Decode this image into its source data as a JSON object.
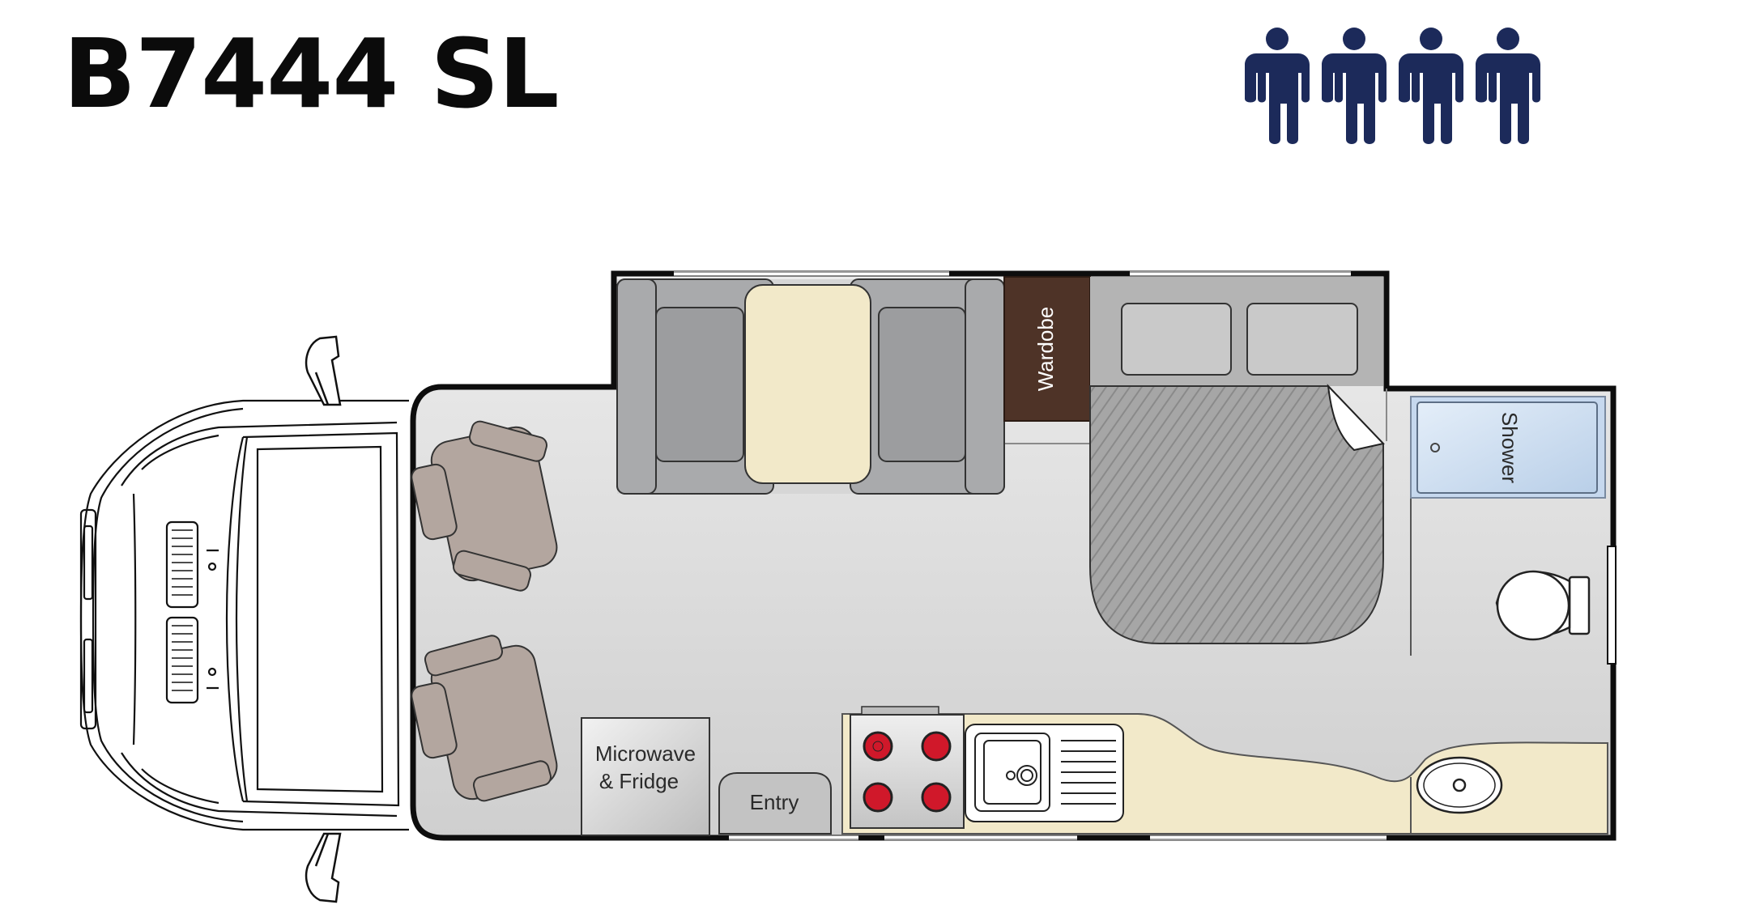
{
  "title": "B7444 SL",
  "berths": 4,
  "colors": {
    "person": "#1c2a5a",
    "floor": "#dcdcdc",
    "wall": "#111111",
    "upholstery": "#a9aaac",
    "table": "#f2e9c9",
    "wardrobe": "#4e3327",
    "bed": "#9c9c9c",
    "bench": "#f2e9c9",
    "shower": "#cfe0f2",
    "seat": "#b3a69f",
    "hob_burner": "#d0182a"
  },
  "labels": {
    "wardrobe": "Wardobe",
    "shower": "Shower",
    "microwave_line1": "Microwave",
    "microwave_line2": "& Fridge",
    "entry": "Entry"
  },
  "icons": {
    "person": "person-icon",
    "hob": "cooktop-icon",
    "sink": "sink-icon",
    "toilet": "toilet-icon",
    "basin": "basin-icon"
  }
}
